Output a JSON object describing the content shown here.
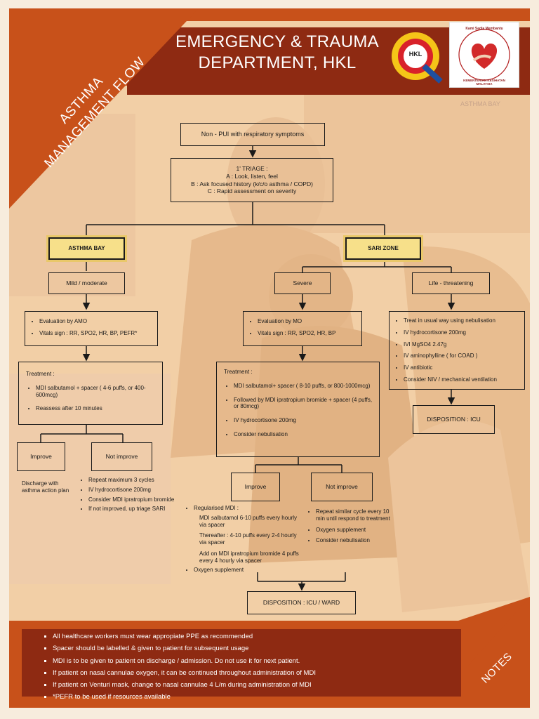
{
  "header": {
    "title_line1": "EMERGENCY & TRAUMA",
    "title_line2": "DEPARTMENT, HKL",
    "side_title_line1": "ASTHMA",
    "side_title_line2": "MANAGEMENT FLOW",
    "logo1_text": "HKL",
    "logo2_top_text": "Kami Sedia Membantu",
    "logo2_bottom_text": "KEMENTERIAN KESIHATAN MALAYSIA"
  },
  "background_sign": "ASTHMA BAY",
  "flow": {
    "start": "Non - PUI with respiratory symptoms",
    "triage_title": "1' TRIAGE :",
    "triage_a": "A : Look, listen, feel",
    "triage_b": "B : Ask focused history (k/c/o asthma / COPD)",
    "triage_c": "C : Rapid assessment on severity",
    "asthma_bay": "ASTHMA BAY",
    "sari_zone": "SARI  ZONE",
    "mild": "Mild / moderate",
    "severe": "Severe",
    "life": "Life - threatening",
    "eval_amo": [
      "Evaluation by AMO",
      "Vitals sign : RR, SPO2, HR, BP,  PEFR*"
    ],
    "eval_mo": [
      "Evaluation by MO",
      "Vitals sign : RR, SPO2, HR, BP"
    ],
    "life_items": [
      "Treat in usual way using nebulisation",
      "IV hydrocortisone 200mg",
      "IVI MgSO4 2.47g",
      "IV aminophylline ( for COAD )",
      "IV antibiotic",
      "Consider NIV / mechanical ventilation"
    ],
    "treat_mild_title": "Treatment :",
    "treat_mild": [
      "MDI salbutamol + spacer ( 4-6 puffs, or 400-600mcg)",
      "Reassess after 10 minutes"
    ],
    "treat_severe_title": "Treatment :",
    "treat_severe": [
      "MDI salbutamol+ spacer ( 8-10 puffs, or 800-1000mcg)",
      "Followed by MDI ipratropium bromide + spacer (4 puffs, or 80mcg)",
      "IV hydrocortisone 200mg",
      "Consider nebulisation"
    ],
    "disposition_icu": "DISPOSITION : ICU",
    "improve": "Improve",
    "not_improve": "Not improve",
    "discharge": "Discharge with asthma action plan",
    "mild_not_improve_items": [
      "Repeat maximum 3 cycles",
      "IV hydrocortisone 200mg",
      "Consider MDI ipratropium bromide",
      "If not improved, up triage SARI"
    ],
    "regularised_title": "Regularised MDI :",
    "regularised_items": [
      "MDI salbutamol 6-10 puffs every hourly via spacer",
      "Thereafter : 4-10 puffs every 2-4 hourly via spacer",
      "Add on MDI ipratropium bromide 4 puffs every 4 hourly via spacer"
    ],
    "oxygen": "Oxygen supplement",
    "severe_not_improve_items": [
      "Repeat similar cycle every 10 min until respond to treatment",
      "Oxygen supplement",
      "Consider nebulisation"
    ],
    "disposition_icu_ward": "DISPOSITION : ICU / WARD"
  },
  "notes": {
    "label": "NOTES",
    "items": [
      "All healthcare workers must wear appropiate PPE as recommended",
      "Spacer should be labelled & given to patient for subsequent usage",
      "MDI is to be given to patient on discharge / admission. Do not use it for next patient.",
      "If patient on nasal cannulae oxygen, it can be continued throughout administration of MDI",
      "If patient on Venturi mask, change to nasal cannulae 4 L/m during administration of MDI",
      "*PEFR to be used if resources available"
    ]
  },
  "colors": {
    "orange": "#c8511a",
    "dark_red": "#8e2a12",
    "peach": "#f2cfa6",
    "yellow": "#f7e08a"
  }
}
